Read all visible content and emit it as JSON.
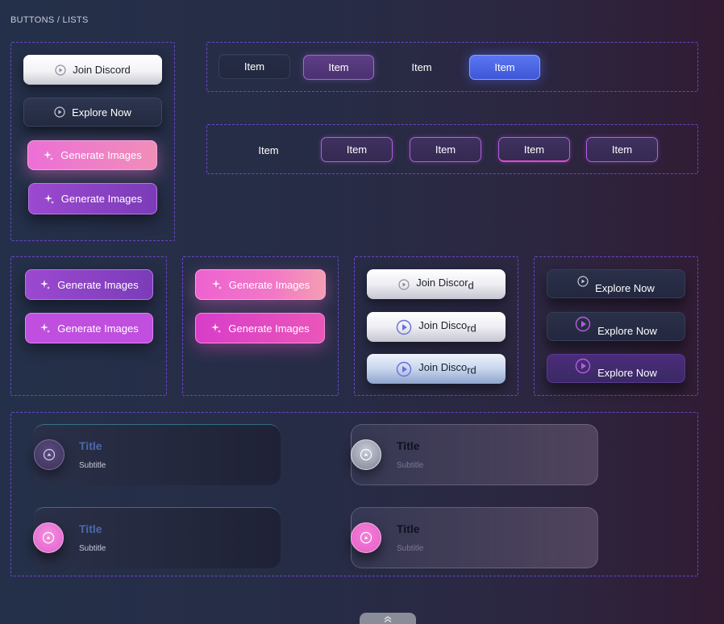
{
  "section_label": "BUTTONS / LISTS",
  "left_buttons": {
    "join_discord": "Join Discord",
    "explore_now": "Explore Now",
    "generate_images_1": "Generate Images",
    "generate_images_2": "Generate Images"
  },
  "tab_row_1": [
    "Item",
    "Item",
    "Item",
    "Item"
  ],
  "tab_row_2": [
    "Item",
    "Item",
    "Item",
    "Item",
    "Item"
  ],
  "group_a": [
    "Generate Images",
    "Generate Images"
  ],
  "group_b": [
    "Generate Images",
    "Generate Images"
  ],
  "group_c": {
    "main": "Join Discor",
    "sub": [
      "d",
      "rd",
      "rd"
    ],
    "main2": [
      "Join Discor",
      "Join Disco",
      "Join Disco"
    ]
  },
  "group_d": [
    "Explore Now",
    "Explore Now",
    "Explore Now"
  ],
  "list_cards": [
    {
      "title": "Title",
      "subtitle": "Subtitle"
    },
    {
      "title": "Title",
      "subtitle": "Subtitle"
    },
    {
      "title": "Title",
      "subtitle": "Subtitle"
    },
    {
      "title": "Title",
      "subtitle": "Subtitle"
    }
  ],
  "colors": {
    "accent_purple": "#6b46c8",
    "accent_blue": "#5b76f2",
    "accent_pink": "#ec6fd6"
  },
  "icons": [
    "play-circle-icon",
    "sparkle-icon",
    "chevron-up-icon",
    "double-chevron-up-icon"
  ]
}
